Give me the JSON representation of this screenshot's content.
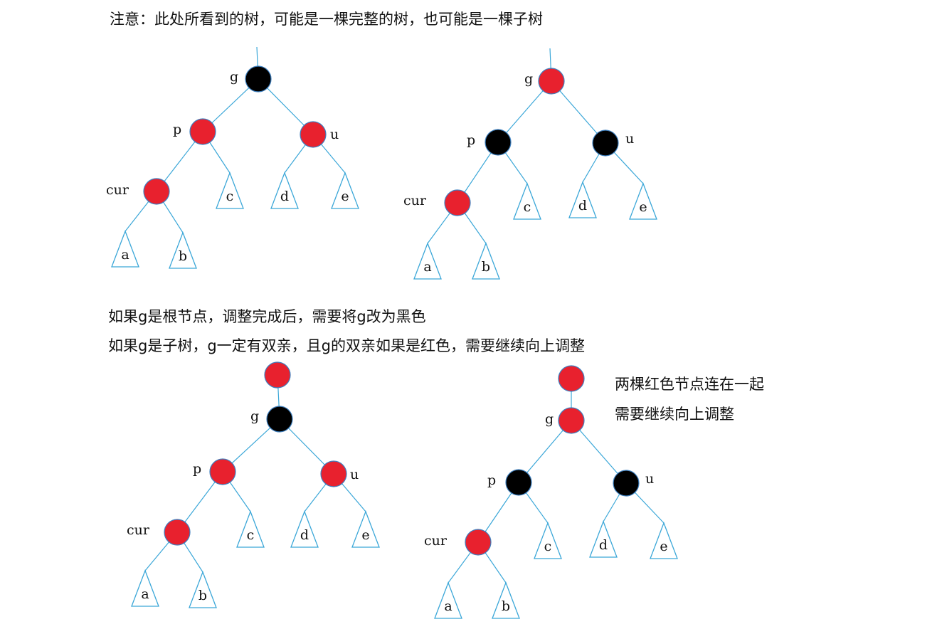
{
  "notes": {
    "top_note": "注意：此处所看到的树，可能是一棵完整的树，也可能是一棵子树",
    "root_case": "如果g是根节点，调整完成后，需要将g改为黑色",
    "subtree_case": "如果g是子树，g一定有双亲，且g的双亲如果是红色，需要继续向上调整",
    "conflict_line1": "两棵红色节点连在一起",
    "conflict_line2": "需要继续向上调整"
  },
  "colors": {
    "red_node": "#e8212e",
    "black_node": "#000000",
    "edge": "#3ba7d8"
  },
  "labels": {
    "g": "g",
    "p": "p",
    "u": "u",
    "cur": "cur",
    "a": "a",
    "b": "b",
    "c": "c",
    "d": "d",
    "e": "e"
  },
  "trees": [
    {
      "id": "before-recolor-top",
      "has_parent_node": false,
      "g_color": "black",
      "p_color": "red",
      "u_color": "red",
      "cur_color": "red"
    },
    {
      "id": "after-recolor-top",
      "has_parent_node": false,
      "g_color": "red",
      "p_color": "black",
      "u_color": "black",
      "cur_color": "red"
    },
    {
      "id": "before-recolor-bottom",
      "has_parent_node": true,
      "parent_color": "red",
      "g_color": "black",
      "p_color": "red",
      "u_color": "red",
      "cur_color": "red"
    },
    {
      "id": "after-recolor-bottom",
      "has_parent_node": true,
      "parent_color": "red",
      "g_color": "red",
      "p_color": "black",
      "u_color": "black",
      "cur_color": "red"
    }
  ]
}
